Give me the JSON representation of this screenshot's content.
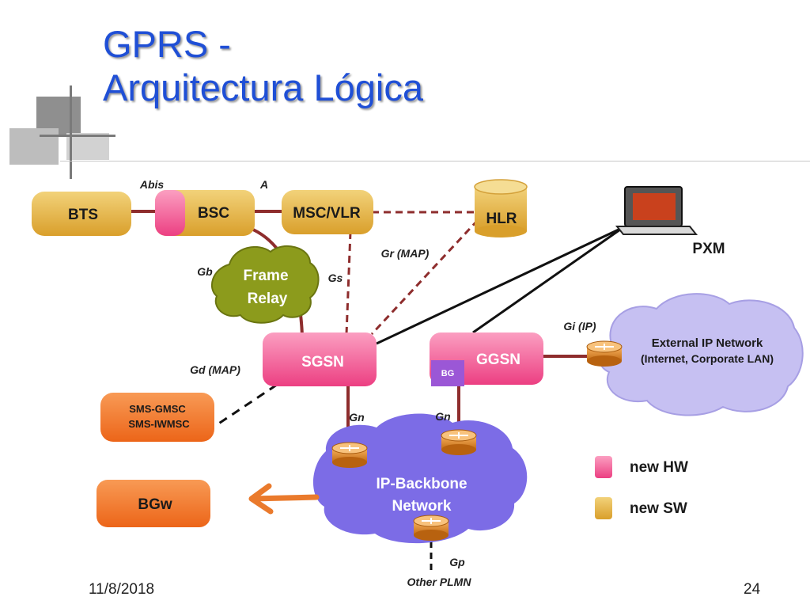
{
  "slide": {
    "title_line1": "GPRS -",
    "title_line2": "Arquitectura Lógica",
    "date": "11/8/2018",
    "page": "24"
  },
  "nodes": {
    "bts": "BTS",
    "bsc": "BSC",
    "msc_vlr": "MSC/VLR",
    "hlr": "HLR",
    "pxm": "PXM",
    "frame_relay_line1": "Frame",
    "frame_relay_line2": "Relay",
    "sgsn": "SGSN",
    "ggsn": "GGSN",
    "bg": "BG",
    "external_ip_line1": "External IP Network",
    "external_ip_line2": "(Internet, Corporate LAN)",
    "sms_line1": "SMS-GMSC",
    "sms_line2": "SMS-IWMSC",
    "bgw": "BGw",
    "backbone_line1": "IP-Backbone",
    "backbone_line2": "Network",
    "other_plmn": "Other PLMN"
  },
  "interfaces": {
    "abis": "Abis",
    "a": "A",
    "gb": "Gb",
    "gs": "Gs",
    "gr": "Gr (MAP)",
    "gi": "Gi (IP)",
    "gd": "Gd (MAP)",
    "gn1": "Gn",
    "gn2": "Gn",
    "gp": "Gp"
  },
  "legend": {
    "new_hw": "new HW",
    "new_sw": "new SW",
    "hw_color": "#f06aa0",
    "sw_color": "#e3b43a"
  },
  "colors": {
    "title": "#1f4fd6",
    "sw_box": "#e8bb52",
    "hw_box": "#f45f97",
    "orange_box": "#f3782c",
    "cloud_purple": "#7c6ce6",
    "cloud_lilac": "#c6c0f2",
    "frame_relay": "#8c9b1c",
    "link_brown": "#8e2d2d"
  }
}
